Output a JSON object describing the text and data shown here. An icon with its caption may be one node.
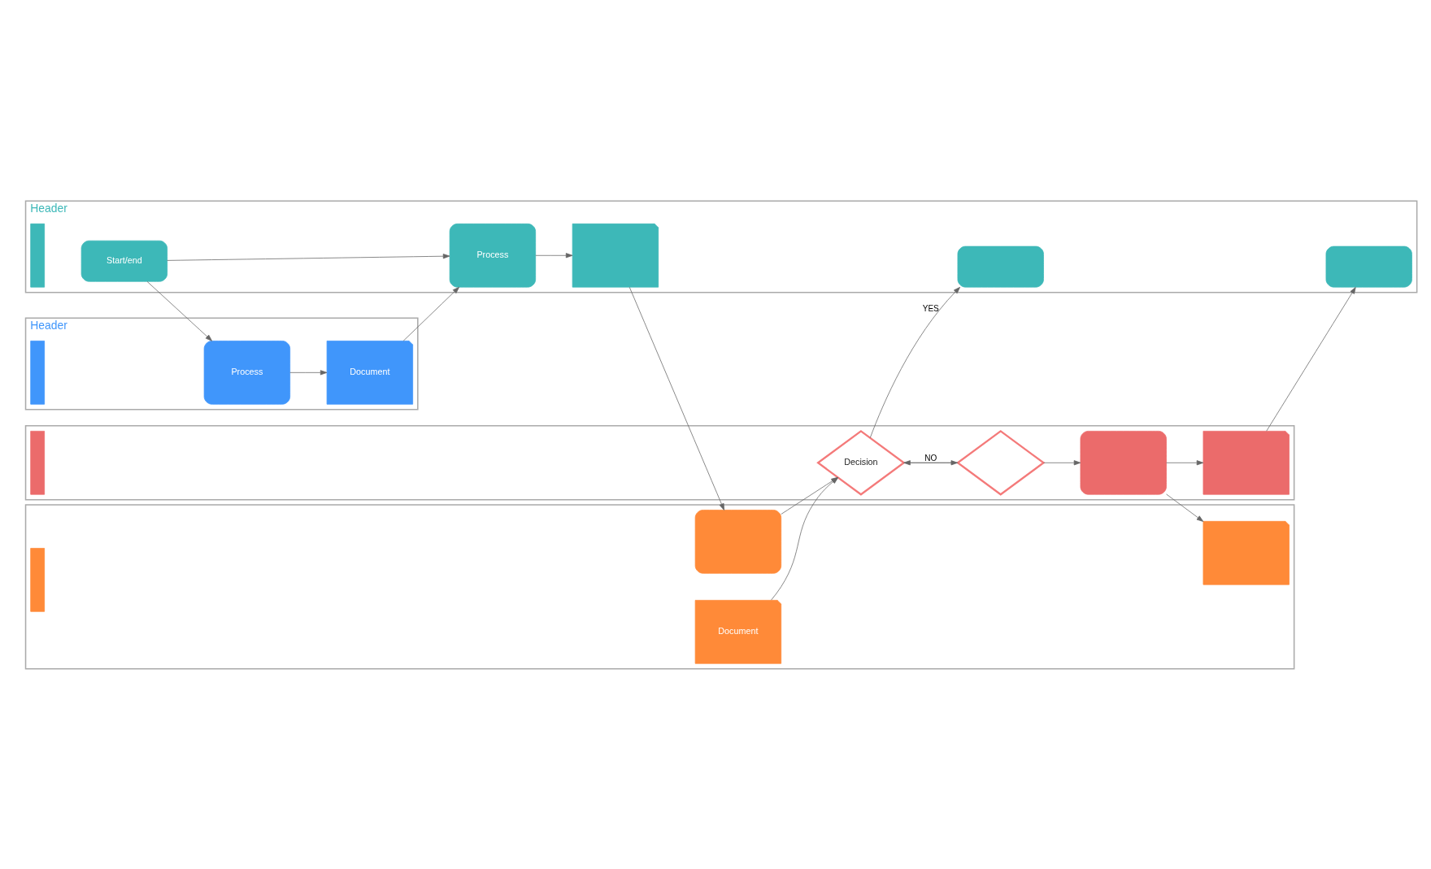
{
  "diagram": {
    "nodes": [
      {
        "text": [
          "Header"
        ]
      },
      {
        "text": [
          "Process"
        ],
        "in": 0
      },
      {
        "text": [
          "Document"
        ],
        "in": 0
      },
      {
        "text": [
          "Header"
        ]
      },
      {
        "text": [
          "Start/end"
        ],
        "in": 3
      },
      {
        "text": [
          "Process"
        ],
        "in": 3
      },
      {
        "text": [],
        "shape": "document",
        "in": 3
      },
      {
        "text": [],
        "shape": "stadium",
        "in": 3
      },
      {
        "text": [],
        "shape": "stadium",
        "in": 3
      },
      {
        "text": [],
        "shape": "band"
      },
      {
        "text": [
          "Document"
        ],
        "in": 9
      },
      {
        "text": [],
        "shape": "box",
        "in": 9
      },
      {
        "text": [],
        "shape": "document",
        "in": 9
      },
      {
        "text": [],
        "shape": "band"
      },
      {
        "text": [
          "Decision"
        ],
        "in": 13
      },
      {
        "text": [],
        "shape": "diamond",
        "in": 13
      },
      {
        "text": [],
        "shape": "box",
        "in": 13
      },
      {
        "text": [],
        "shape": "document",
        "in": 13
      }
    ],
    "edges": [
      {
        "from": 4,
        "to": 1,
        "arrow": "to"
      },
      {
        "from": 1,
        "to": 2,
        "arrow": "to"
      },
      {
        "from": 2,
        "to": 5,
        "arrow": "to"
      },
      {
        "from": 4,
        "to": 5,
        "arrow": "to"
      },
      {
        "from": 5,
        "to": 6,
        "arrow": "to"
      },
      {
        "from": 6,
        "to": 11,
        "arrow": "to"
      },
      {
        "from": 11,
        "to": 14,
        "arrow": "to"
      },
      {
        "from": 10,
        "to": 14,
        "arrow": "to"
      },
      {
        "from": 14,
        "to": 7,
        "arrow": "to",
        "label": "YES"
      },
      {
        "from": 14,
        "to": 15,
        "arrow": "to",
        "label": "NO"
      },
      {
        "from": 15,
        "to": 14,
        "arrow": "to"
      },
      {
        "from": 15,
        "to": 16,
        "arrow": "to"
      },
      {
        "from": 16,
        "to": 12,
        "arrow": "to"
      },
      {
        "from": 16,
        "to": 17,
        "arrow": "to"
      },
      {
        "from": 17,
        "to": 8,
        "arrow": "to"
      }
    ]
  }
}
